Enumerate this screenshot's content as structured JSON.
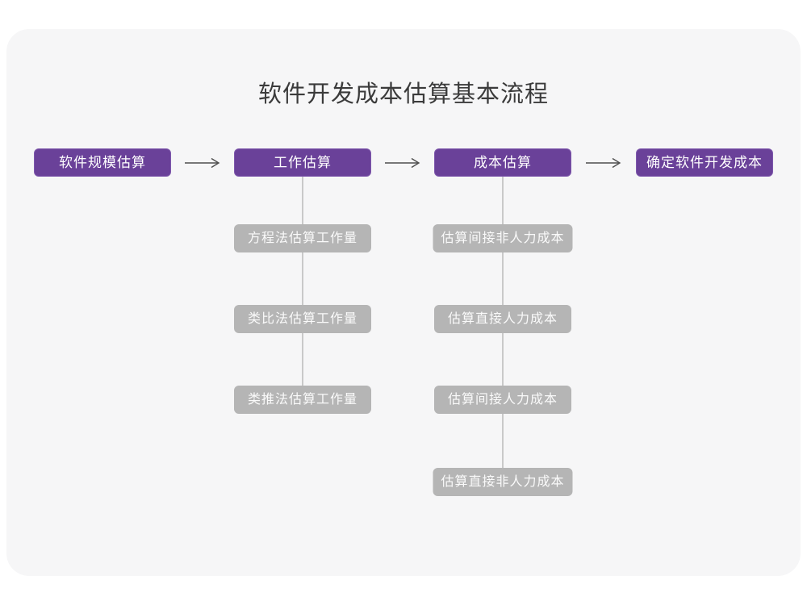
{
  "title": "软件开发成本估算基本流程",
  "colors": {
    "page_bg": "#ffffff",
    "card_bg": "#f6f6f7",
    "title_text": "#3b3b3b",
    "primary": "#6a4199",
    "primary_border": "#7e58ac",
    "sub_box": "#b5b5b5",
    "sub_text": "#fafafa",
    "connector": "#c9c9c9",
    "arrow": "#4f4f4f"
  },
  "icons": {
    "arrow_right": "right-arrow-icon"
  },
  "flow": {
    "main_steps": [
      {
        "label": "软件规模估算"
      },
      {
        "label": "工作估算",
        "children": [
          "方程法估算工作量",
          "类比法估算工作量",
          "类推法估算工作量"
        ]
      },
      {
        "label": "成本估算",
        "children": [
          "估算间接非人力成本",
          "估算直接人力成本",
          "估算间接人力成本",
          "估算直接非人力成本"
        ]
      },
      {
        "label": "确定软件开发成本"
      }
    ]
  }
}
